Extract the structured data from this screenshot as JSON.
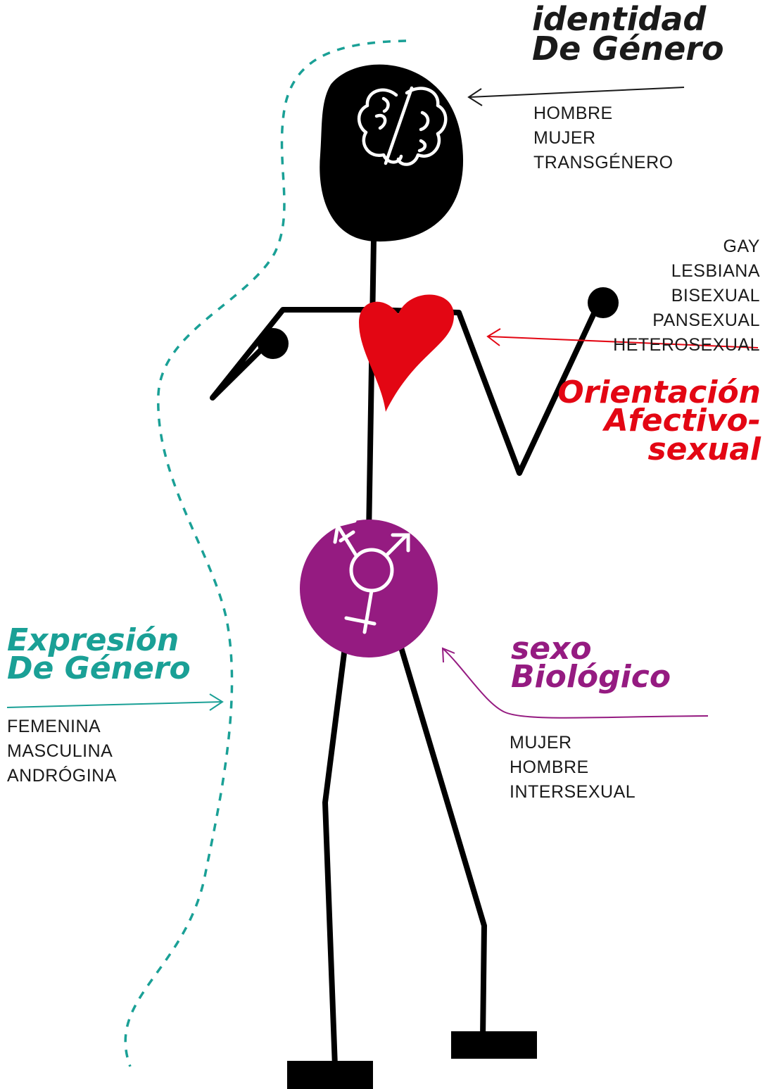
{
  "colors": {
    "black": "#000000",
    "teal": "#1aa096",
    "red": "#e30613",
    "purple": "#951b81"
  },
  "identity": {
    "title_line1": "identidad",
    "title_line2": "De Género",
    "items": [
      "HOMBRE",
      "MUJER",
      "TRANSGÉNERO"
    ],
    "icon": "brain-icon"
  },
  "orientation": {
    "title_line1": "Orientación",
    "title_line2": "Afectivo-",
    "title_line3": "sexual",
    "items": [
      "GAY",
      "LESBIANA",
      "BISEXUAL",
      "PANSEXUAL",
      "HETEROSEXUAL"
    ],
    "icon": "heart-icon"
  },
  "expression": {
    "title_line1": "Expresión",
    "title_line2": "De Género",
    "items": [
      "FEMENINA",
      "MASCULINA",
      "ANDRÓGINA"
    ]
  },
  "sex": {
    "title_line1": "sexo",
    "title_line2": "Biológico",
    "items": [
      "MUJER",
      "HOMBRE",
      "INTERSEXUAL"
    ],
    "icon": "transgender-symbol-icon"
  }
}
